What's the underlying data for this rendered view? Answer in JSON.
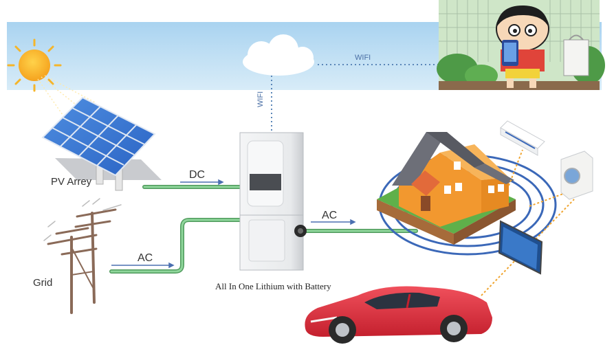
{
  "labels": {
    "pv_array": "PV Arrey",
    "grid": "Grid",
    "dc": "DC",
    "ac_grid": "AC",
    "ac_load": "AC",
    "wifi_top": "WIFI",
    "wifi_vertical": "WIFI",
    "caption": "All In One Lithium with Battery"
  },
  "icons": {
    "sun": "sun-icon",
    "solar_panel": "solar-panel-icon",
    "utility_pole": "utility-pole-icon",
    "cloud": "cloud-icon",
    "inverter": "all-in-one-inverter-icon",
    "house": "house-icon",
    "air_conditioner": "air-conditioner-icon",
    "washing_machine": "washing-machine-icon",
    "tv": "tv-icon",
    "car": "car-icon",
    "cartoon": "cartoon-phone-user-icon"
  },
  "colors": {
    "sky": "#b9dcf2",
    "cable_green": "#7cc88a",
    "wifi_dots": "#5a86b8",
    "orange_dots": "#f0a530",
    "car_red": "#e0303e",
    "house_orange": "#f2982f",
    "roof_gray": "#6d6f78"
  }
}
